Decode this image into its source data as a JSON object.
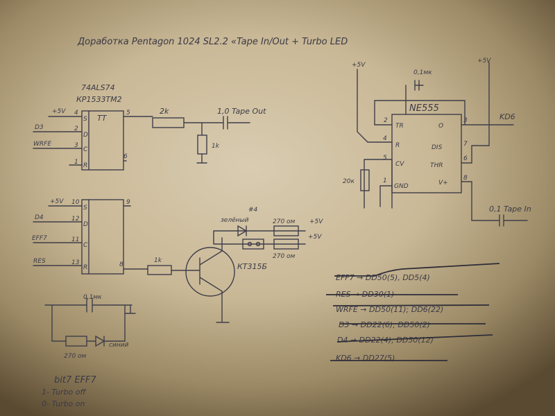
{
  "title": "Доработка Pentagon 1024 SL2.2 «Tape In/Out + Turbo LED",
  "chip1": {
    "part1": "74ALS74",
    "part2": "КР1533ТМ2",
    "label": "TT",
    "pins": {
      "s": "4",
      "d": "2",
      "c": "3",
      "r": "1",
      "q": "5",
      "nq": "6"
    },
    "inputs": {
      "s": "+5V",
      "d": "D3",
      "c": "WRFE"
    },
    "pin_names": {
      "s": "S",
      "d": "D",
      "c": "C",
      "r": "R"
    }
  },
  "tape_out": {
    "r1": "2k",
    "r2": "1k",
    "cap": "1,0 Tape Out"
  },
  "chip2": {
    "pins": {
      "s": "10",
      "d": "12",
      "c": "11",
      "r": "13",
      "q": "9",
      "nq": "8"
    },
    "inputs": {
      "s": "+5V",
      "d": "D4",
      "c": "EFF7",
      "r": "RES"
    },
    "pin_names": {
      "s": "S",
      "d": "D",
      "c": "C",
      "r": "R"
    }
  },
  "transistor": {
    "r": "1k",
    "name": "КТ315Б"
  },
  "leds": {
    "mark": "#4",
    "green": "зелёный",
    "r_top": "270 ом",
    "r_bottom": "270 ом",
    "vcc1": "+5V",
    "vcc2": "+5V"
  },
  "blue": {
    "cap": "0,1мк",
    "r": "270 ом",
    "led": "синий"
  },
  "notes": [
    "bit7 EFF7",
    "1- Turbo off",
    "0- Turbo on"
  ],
  "ne555": {
    "name": "NE555",
    "vcc1": "+5V",
    "vcc2": "+5V",
    "cap": "0,1мк",
    "out": "KD6",
    "r": "20к",
    "tape_in": "0,1 Tape In",
    "pins": {
      "tr": "TR",
      "o": "O",
      "r": "R",
      "dis": "DIS",
      "cv": "CV",
      "thr": "THR",
      "gnd": "GND",
      "v": "V+"
    },
    "nums": {
      "tr": "2",
      "o": "3",
      "r": "4",
      "dis": "7",
      "cv": "5",
      "thr": "6",
      "gnd": "1",
      "v": "8"
    }
  },
  "connections": [
    "EFF7 → DD50(5), DD5(4)",
    "RES → DD30(1)",
    "WRFE → DD50(11); DD6(22)",
    "D3 → DD22(6); DD50(2)",
    "D4 → DD22(4); DD50(12)",
    "KD6 → DD27(5)"
  ]
}
